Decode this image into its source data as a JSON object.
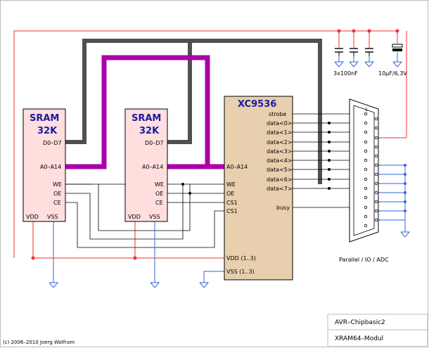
{
  "sram": {
    "title_line1": "SRAM",
    "title_line2": "32K",
    "pins": {
      "data": "D0–D7",
      "addr": "A0–A14",
      "we": "WE",
      "oe": "OE",
      "ce": "CE",
      "vdd": "VDD",
      "vss": "VSS"
    }
  },
  "cpld": {
    "title": "XC9536",
    "pins": {
      "strobe": "strobe",
      "data0": "data<0>",
      "data1": "data<1>",
      "data2": "data<2>",
      "data3": "data<3>",
      "data4": "data<4>",
      "data5": "data<5>",
      "data6": "data<6>",
      "data7": "data<7>",
      "busy": "busy",
      "addr": "A0–A14",
      "we": "WE",
      "oe": "OE",
      "cs1": "CS1",
      "cs2": "CS1",
      "vdd": "VDD (1..3)",
      "vss": "VSS (1..3)"
    }
  },
  "connector": {
    "pin1": "1",
    "label": "Parallel / IO / ADC"
  },
  "caps": {
    "ceramic": "3x100nF",
    "electrolytic": "10µF/6,3V"
  },
  "titleblock": {
    "project": "AVR–Chipbasic2",
    "module": "XRAM64–Modul"
  },
  "copyright": "(c) 2006–2010 Joerg Wolfram",
  "colors": {
    "power": "#ee3333",
    "ground": "#3366dd",
    "address_bus": "#aa00aa",
    "data_bus": "#505050",
    "chip_fill": "#ffdede",
    "cpld_fill": "#e8cfae",
    "signal": "#000000"
  }
}
